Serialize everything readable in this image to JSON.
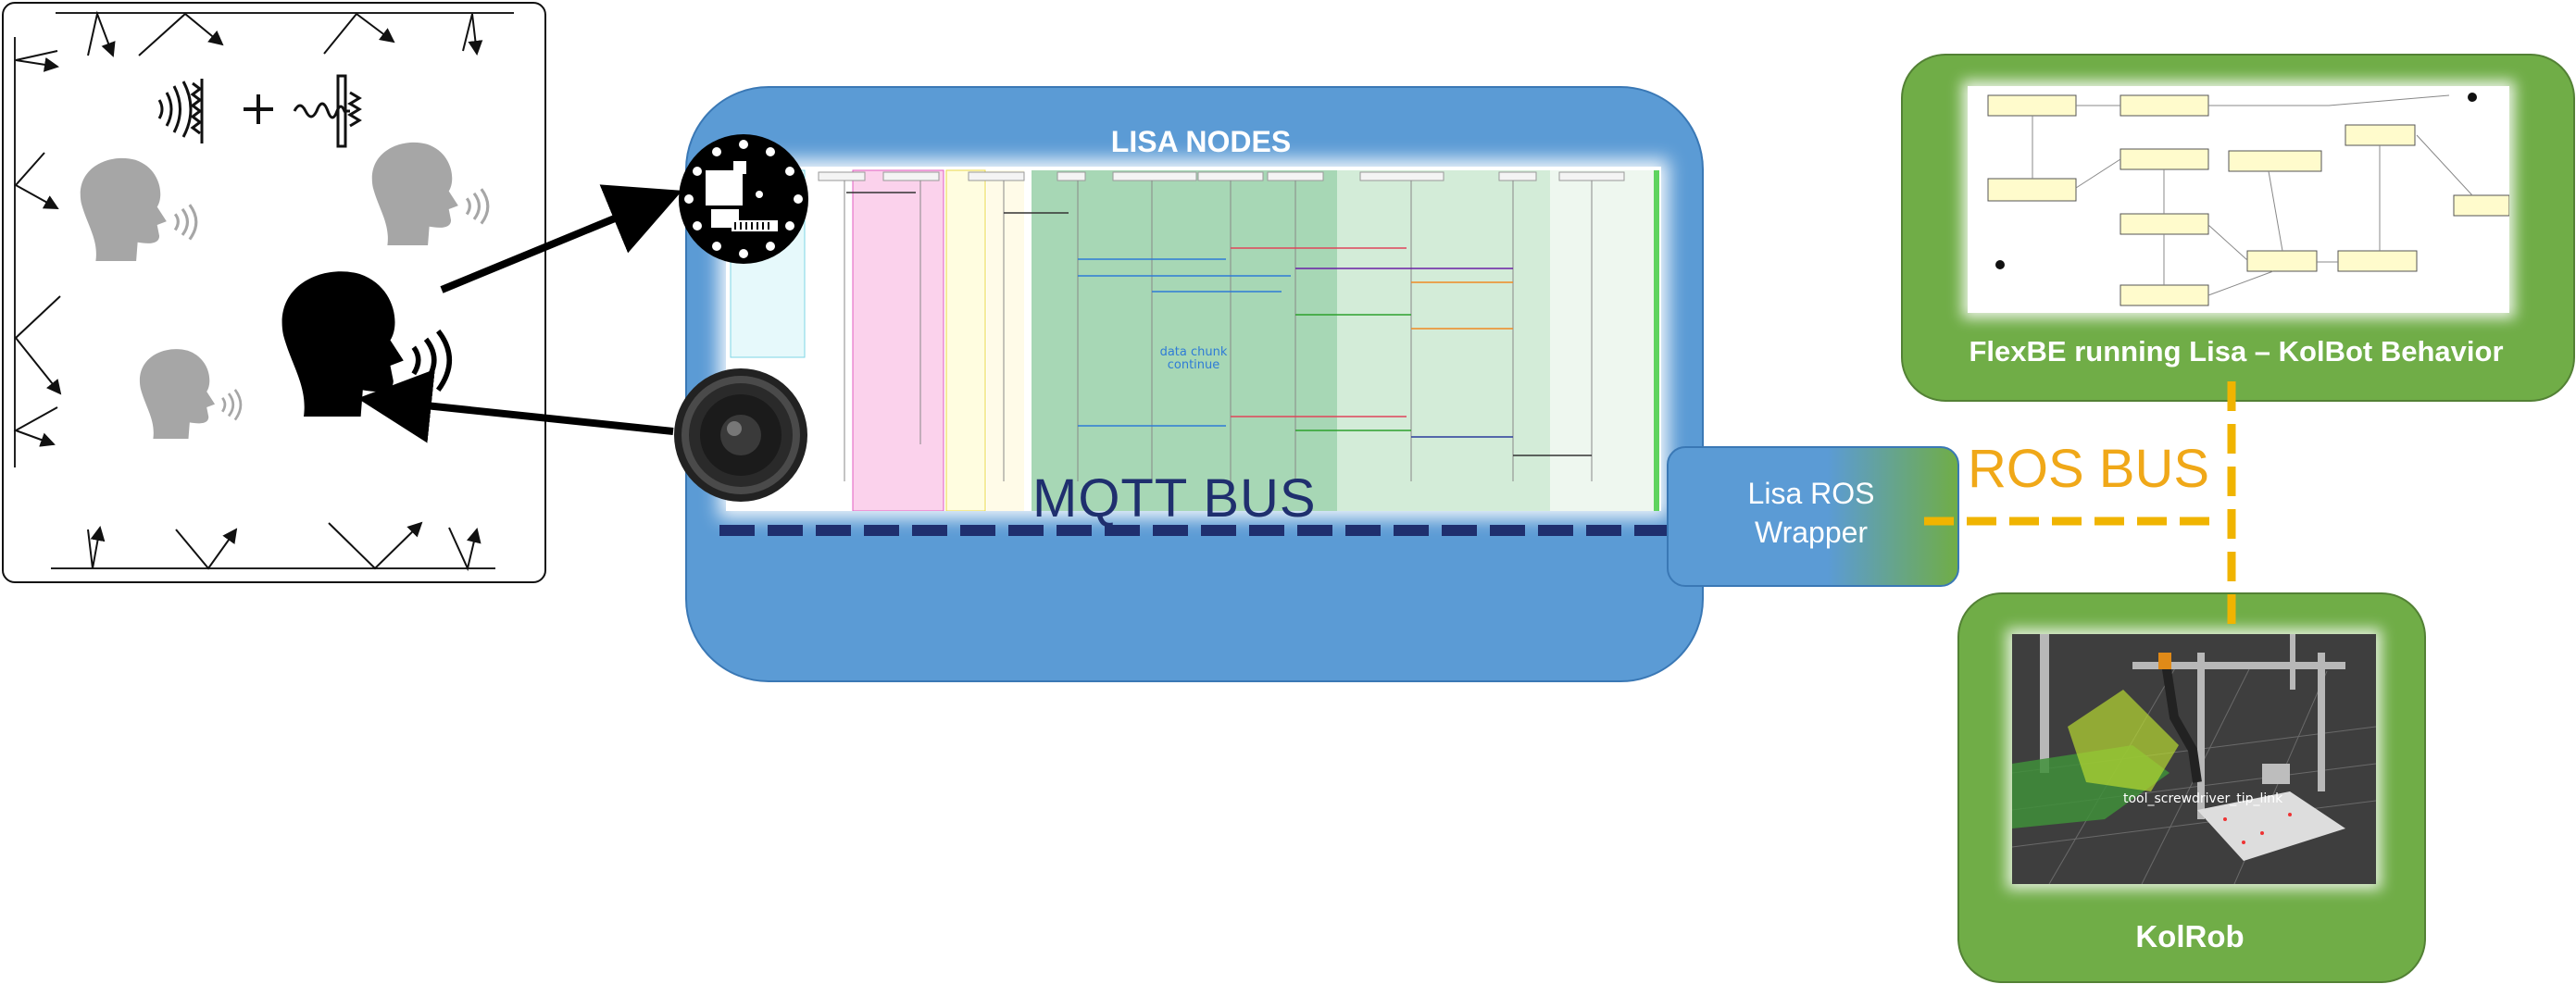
{
  "lisa_panel": {
    "title": "LISA NODES"
  },
  "mqtt_bus": {
    "label": "MQTT BUS"
  },
  "ros_wrapper": {
    "line1": "Lisa ROS",
    "line2": "Wrapper"
  },
  "ros_bus": {
    "label": "ROS BUS"
  },
  "flexbe": {
    "label": "FlexBE running Lisa – KolBot Behavior"
  },
  "kolrob": {
    "label": "KolRob"
  },
  "icons": {
    "speaking_person": "head-speaking-icon",
    "background_person": "head-speaking-gray-icon",
    "microphone_array": "microphone-array-icon",
    "loudspeaker": "speaker-icon",
    "sound_waves": "sound-wave-icon",
    "reverb": "reverb-icon"
  },
  "colors": {
    "lisa_panel": "#5b9bd5",
    "flexbe_panel": "#70ad47",
    "mqtt_bus": "#1f2f6e",
    "ros_bus": "#f0a818"
  }
}
